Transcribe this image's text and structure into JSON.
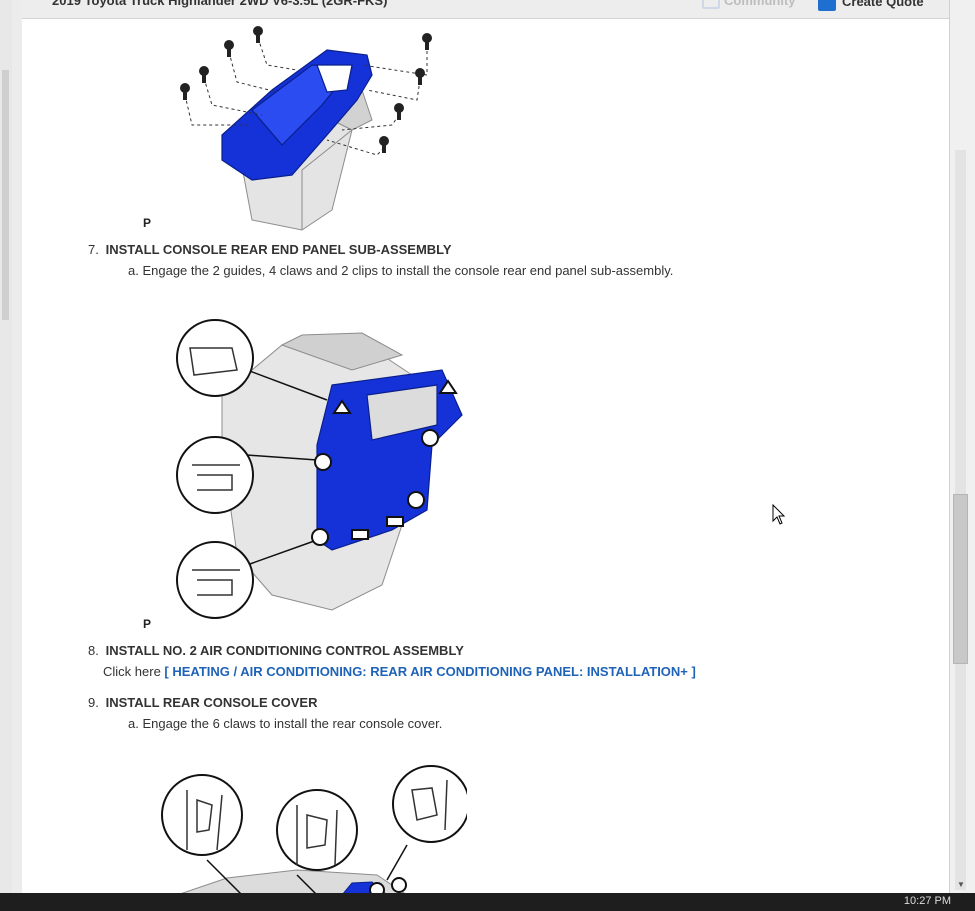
{
  "header": {
    "vehicle_title": "2019 Toyota Truck Highlander 2WD V6-3.5L (2GR-FKS)",
    "community_label": "Community",
    "create_quote_label": "Create Quote"
  },
  "figures": [
    {
      "label": "P"
    },
    {
      "label": "P"
    }
  ],
  "steps": [
    {
      "number": "7.",
      "title": "INSTALL CONSOLE REAR END PANEL SUB-ASSEMBLY",
      "sub": "a. Engage the 2 guides, 4 claws and 2 clips to install the console rear end panel sub-assembly."
    },
    {
      "number": "8.",
      "title": "INSTALL NO. 2 AIR CONDITIONING CONTROL ASSEMBLY",
      "click_here": "Click here",
      "link": "[ HEATING / AIR CONDITIONING: REAR AIR CONDITIONING PANEL: INSTALLATION+ ]"
    },
    {
      "number": "9.",
      "title": "INSTALL REAR CONSOLE COVER",
      "sub": "a. Engage the 6 claws to install the rear console cover."
    }
  ],
  "taskbar": {
    "clock": "10:27 PM"
  },
  "colors": {
    "part_blue": "#1432d8",
    "link": "#1f63b8"
  }
}
